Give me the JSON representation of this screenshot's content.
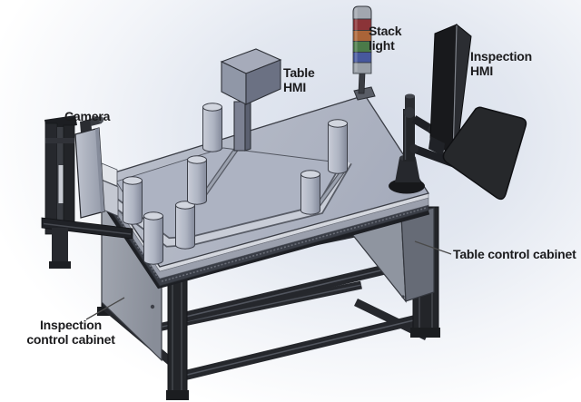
{
  "labels": {
    "camera": "Camera",
    "table_hmi_line1": "Table",
    "table_hmi_line2": "HMI",
    "stack_light_line1": "Stack",
    "stack_light_line2": "light",
    "inspection_hmi_line1": "Inspection",
    "inspection_hmi_line2": "HMI",
    "table_control_cabinet": "Table control cabinet",
    "inspection_control_cabinet_line1": "Inspection",
    "inspection_control_cabinet_line2": "control cabinet"
  },
  "colors": {
    "background_tint": "#dfe5ee",
    "table_surface": "#b2b8c6",
    "fixture_plate": "#adb3c2",
    "frame_dark": "#26282d",
    "cabinet_panel_left": "#9aa0ab",
    "cabinet_panel_right_light": "#8f95a0",
    "cabinet_panel_right_dark": "#666b76",
    "stack_gray": "#9da3ab",
    "stack_red": "#8b3438",
    "stack_amber": "#aa6438",
    "stack_green": "#4b7a49",
    "stack_blue": "#47589d",
    "monitor_dark": "#2b2d32",
    "label_text": "#1b1b1d"
  }
}
